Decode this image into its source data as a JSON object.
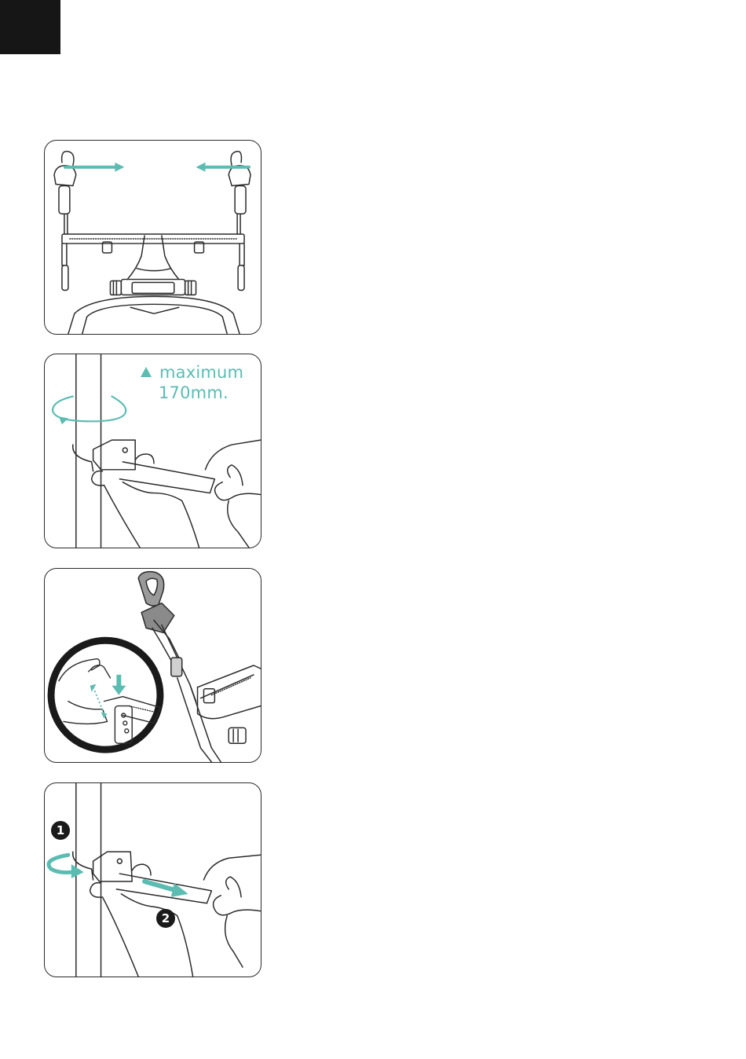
{
  "panel_2": {
    "note_line1": "maximum",
    "note_line2": "170mm."
  },
  "panel_4": {
    "step_1": "1",
    "step_2": "2"
  },
  "colors": {
    "accent": "#5bbcb2",
    "line": "#2a2a2a",
    "corner_tab": "#161616"
  }
}
